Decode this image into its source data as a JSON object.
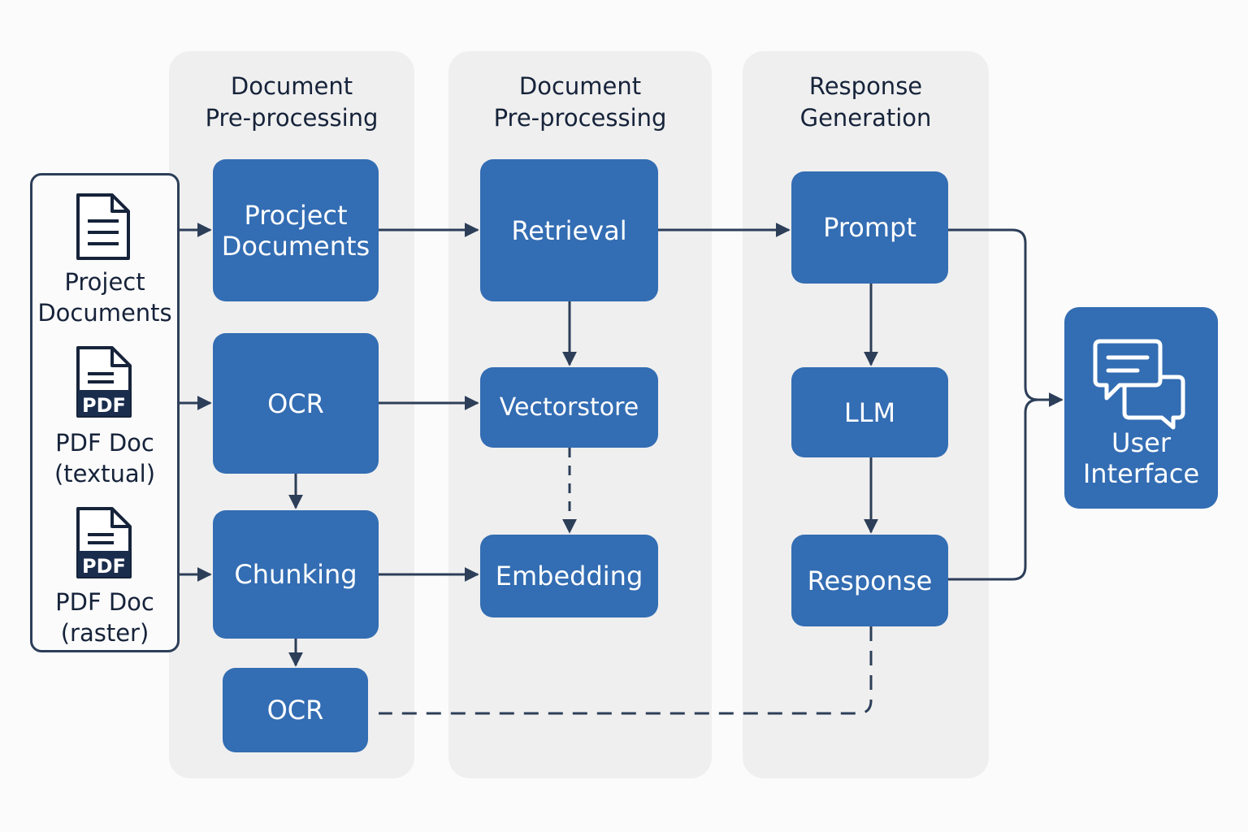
{
  "lanes": [
    {
      "title": "Document\nPre-processing"
    },
    {
      "title": "Document\nPre-processing"
    },
    {
      "title": "Response\nGeneration"
    }
  ],
  "sources": [
    {
      "label": "Project\nDocuments",
      "icon": "document-icon"
    },
    {
      "label": "PDF Doc\n(textual)",
      "icon": "pdf-icon",
      "badge": "PDF"
    },
    {
      "label": "PDF Doc\n(raster)",
      "icon": "pdf-icon",
      "badge": "PDF"
    }
  ],
  "nodes": {
    "project_documents": "Procject\nDocuments",
    "ocr": "OCR",
    "chunking": "Chunking",
    "ocr_bottom": "OCR",
    "retrieval": "Retrieval",
    "vectorstore": "Vectorstore",
    "embedding": "Embedding",
    "prompt": "Prompt",
    "llm": "LLM",
    "response": "Response",
    "user_interface": "User\nInterface"
  },
  "colors": {
    "node_fill": "#336db3",
    "lane_fill": "#efefef",
    "line": "#2c3e58"
  }
}
